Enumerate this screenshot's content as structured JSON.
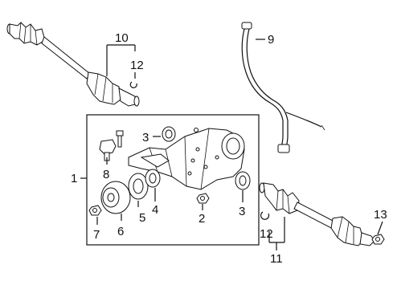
{
  "callouts": [
    {
      "id": "1",
      "text": "1"
    },
    {
      "id": "2",
      "text": "2"
    },
    {
      "id": "3a",
      "text": "3"
    },
    {
      "id": "3b",
      "text": "3"
    },
    {
      "id": "4",
      "text": "4"
    },
    {
      "id": "5",
      "text": "5"
    },
    {
      "id": "6",
      "text": "6"
    },
    {
      "id": "7",
      "text": "7"
    },
    {
      "id": "8",
      "text": "8"
    },
    {
      "id": "9",
      "text": "9"
    },
    {
      "id": "10",
      "text": "10"
    },
    {
      "id": "11",
      "text": "11"
    },
    {
      "id": "12a",
      "text": "12"
    },
    {
      "id": "12b",
      "text": "12"
    },
    {
      "id": "13",
      "text": "13"
    }
  ]
}
